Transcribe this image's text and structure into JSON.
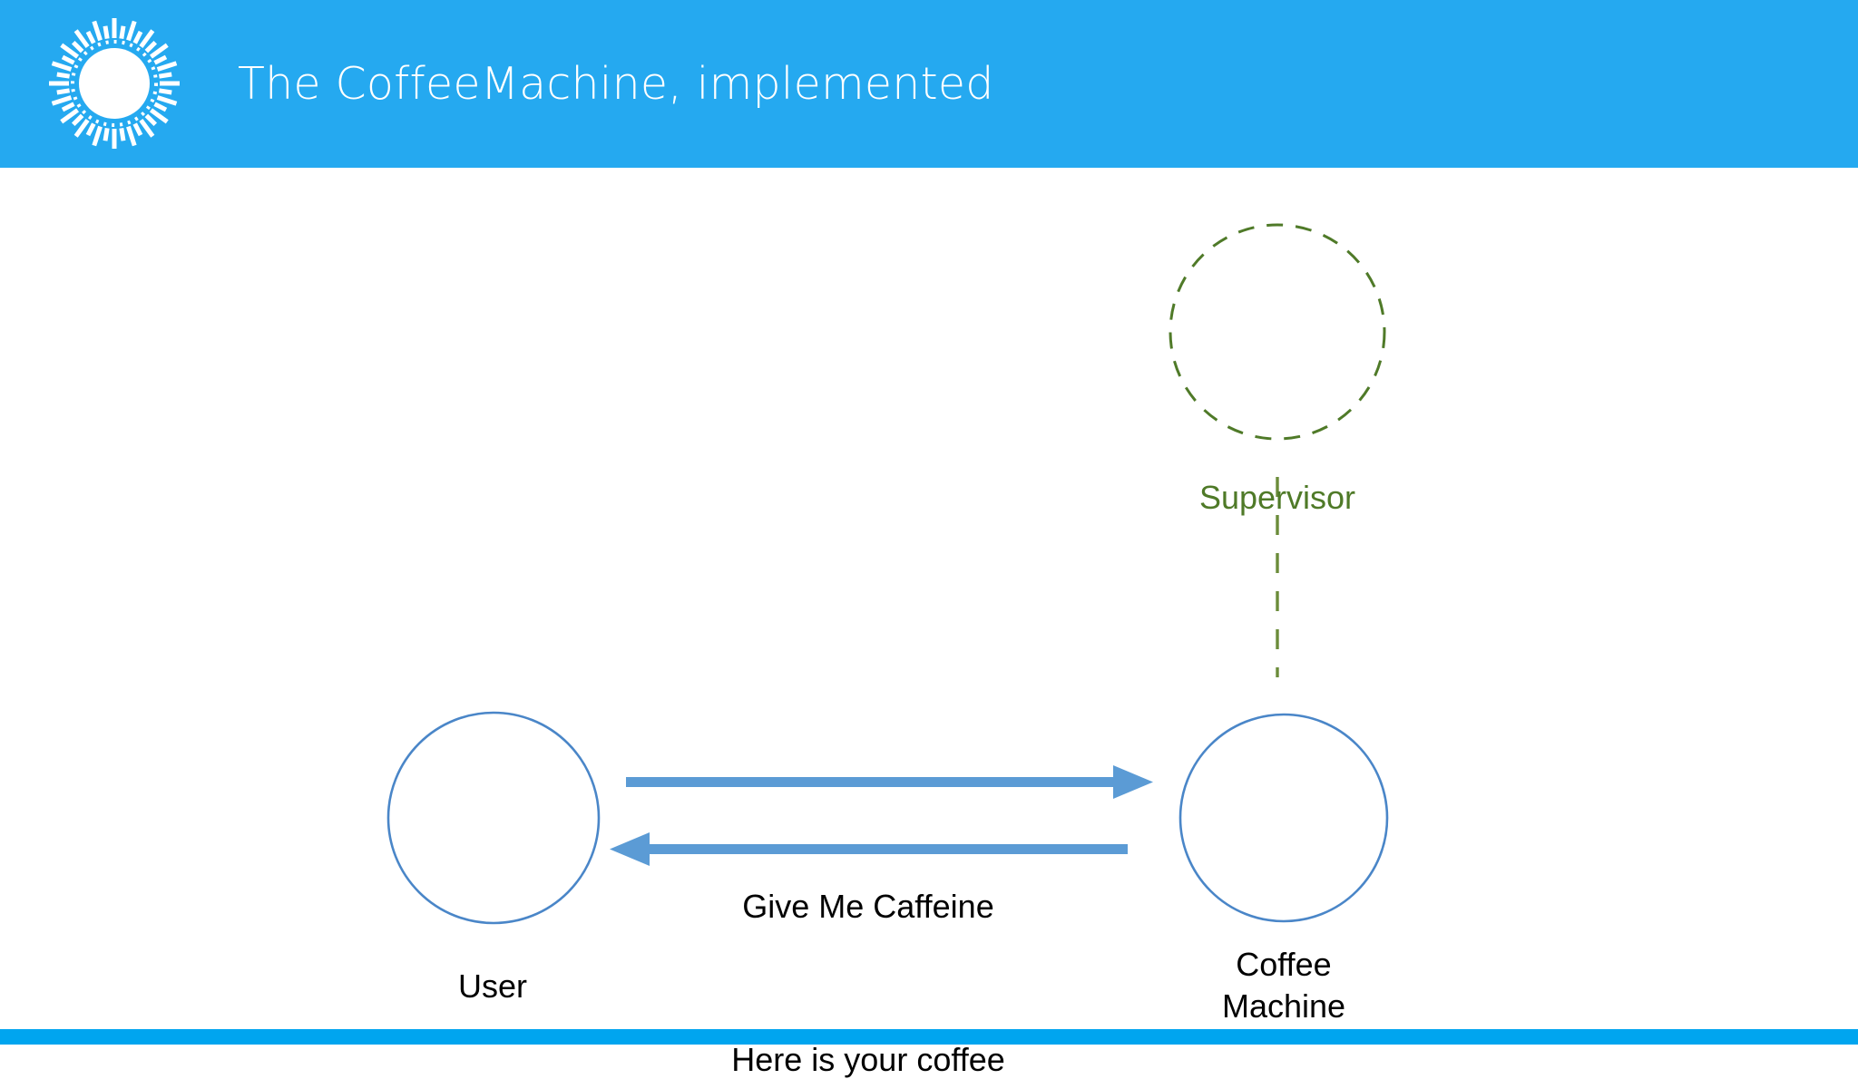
{
  "header": {
    "title": "The CoffeeMachine, implemented",
    "background_color": "#25a9f0",
    "text_color": "#ffffff",
    "logo_icon": "sunburst-logo-icon"
  },
  "footer": {
    "background_color": "#00a5ef"
  },
  "diagram": {
    "type": "sequence-interaction",
    "nodes": [
      {
        "id": "supervisor",
        "label": "Supervisor",
        "shape": "circle",
        "border_style": "dashed",
        "border_color": "#4f7a28",
        "text_color": "#4f7a28",
        "fill": "#ffffff"
      },
      {
        "id": "user",
        "label": "User",
        "shape": "circle",
        "border_style": "solid",
        "border_color": "#4a86c8",
        "text_color": "#000000",
        "fill": "#ffffff"
      },
      {
        "id": "coffee-machine",
        "label": "Coffee\nMachine",
        "shape": "circle",
        "border_style": "solid",
        "border_color": "#4a86c8",
        "text_color": "#000000",
        "fill": "#ffffff"
      }
    ],
    "edges": [
      {
        "id": "request",
        "label": "Give Me Caffeine",
        "from": "user",
        "to": "coffee-machine",
        "direction": "right",
        "color": "#5b9bd5",
        "style": "solid-arrow"
      },
      {
        "id": "response",
        "label": "Here is your coffee",
        "from": "coffee-machine",
        "to": "user",
        "direction": "left",
        "color": "#5b9bd5",
        "style": "solid-arrow"
      },
      {
        "id": "supervision",
        "label": "",
        "from": "supervisor",
        "to": "coffee-machine",
        "direction": "down",
        "color": "#6b8c3a",
        "style": "dashed-line"
      }
    ]
  }
}
